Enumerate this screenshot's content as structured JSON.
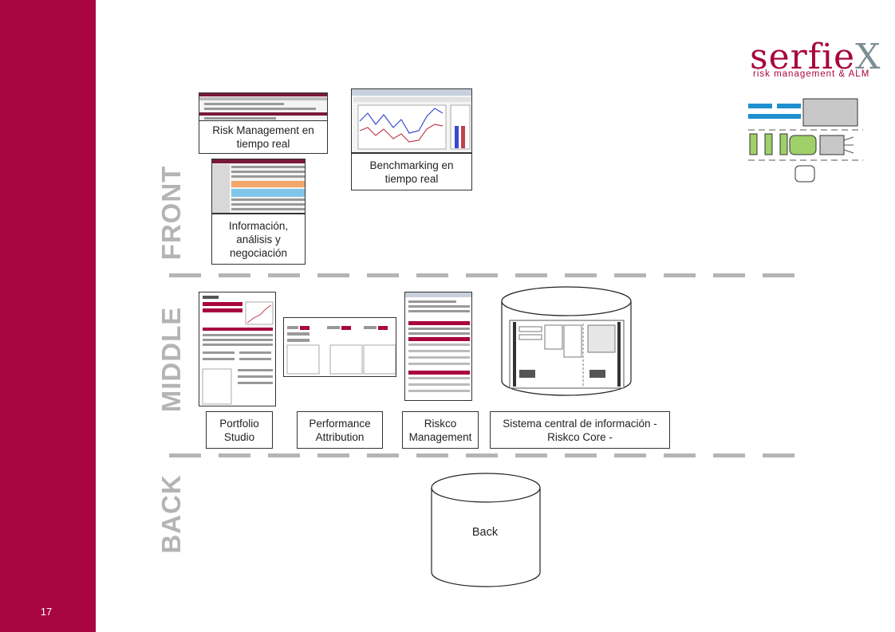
{
  "page_number": "17",
  "logo": {
    "brand_main": "serfie",
    "brand_x": "X",
    "tagline": "risk management & ALM"
  },
  "sections": {
    "front": "FRONT",
    "middle": "MIDDLE",
    "back": "BACK"
  },
  "front_boxes": {
    "risk_management": "Risk Management en tiempo real",
    "benchmarking": "Benchmarking en tiempo real",
    "informacion": "Información, análisis y negociación"
  },
  "middle_boxes": {
    "portfolio": "Portfolio Studio",
    "performance": "Performance Attribution",
    "riskco": "Riskco Management",
    "sistema": "Sistema central de información - Riskco Core -"
  },
  "back_box": "Back",
  "colors": {
    "brand": "#a8053f",
    "section_gray": "#b4b4b4",
    "legend_blue": "#1e8fd0",
    "legend_green": "#9fd06a"
  }
}
